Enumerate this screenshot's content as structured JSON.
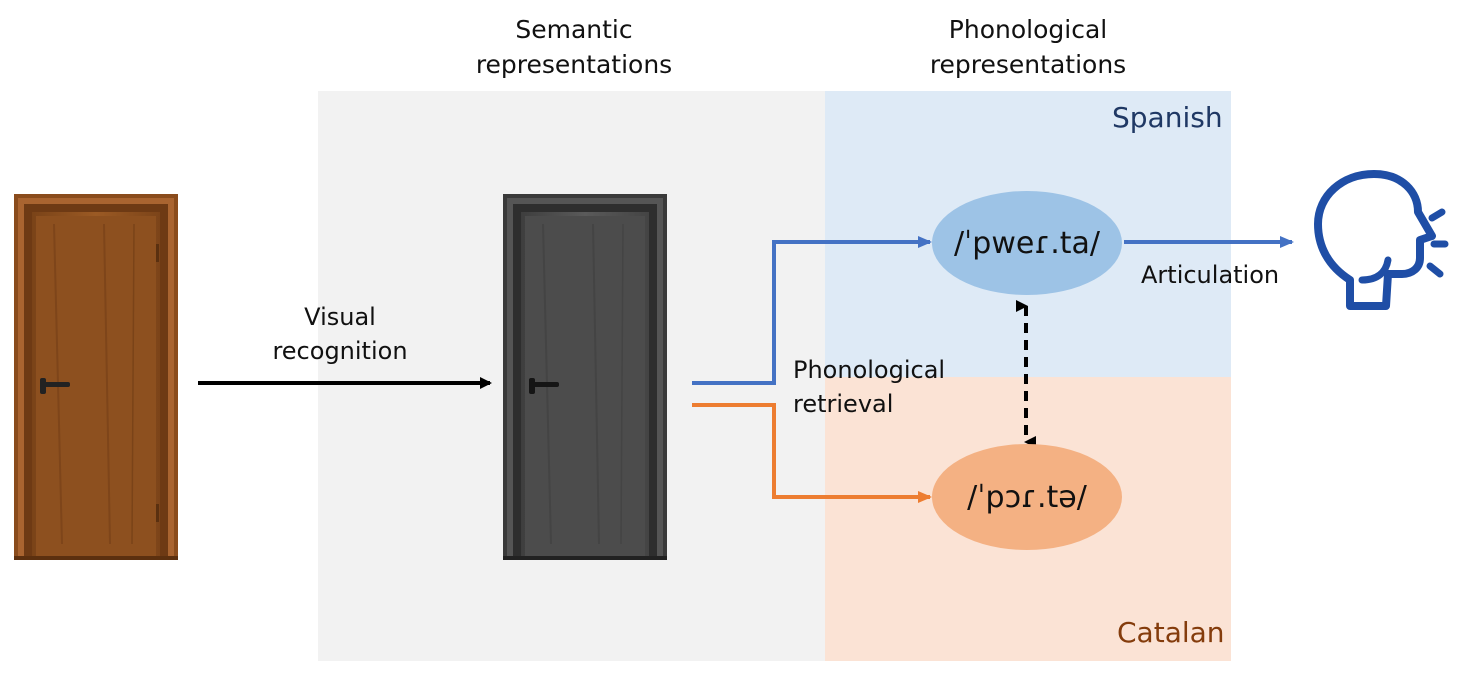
{
  "headers": {
    "semantic": "Semantic\nrepresentations",
    "phonological": "Phonological\nrepresentations"
  },
  "regions": {
    "spanish_label": "Spanish",
    "catalan_label": "Catalan"
  },
  "labels": {
    "visual_recognition": "Visual\nrecognition",
    "phonological_retrieval": "Phonological\nretrieval",
    "articulation": "Articulation"
  },
  "nodes": {
    "spanish_word": "/ˈpweɾ.ta/",
    "catalan_word": "/ˈpɔɾ.tə/"
  },
  "icons": {
    "input_picture": "wooden-door-image",
    "concept_picture": "gray-door-image",
    "speaker": "speaking-head-icon"
  },
  "colors": {
    "semantic_bg": "#f2f2f2",
    "spanish_bg": "#deeaf6",
    "catalan_bg": "#fbe3d5",
    "spanish_node": "#9dc3e6",
    "catalan_node": "#f4b183",
    "spanish_path": "#4472c4",
    "catalan_path": "#ed7d31",
    "spanish_text": "#1f3864",
    "catalan_text": "#843c0c",
    "speaker_icon": "#1f4ea6"
  }
}
